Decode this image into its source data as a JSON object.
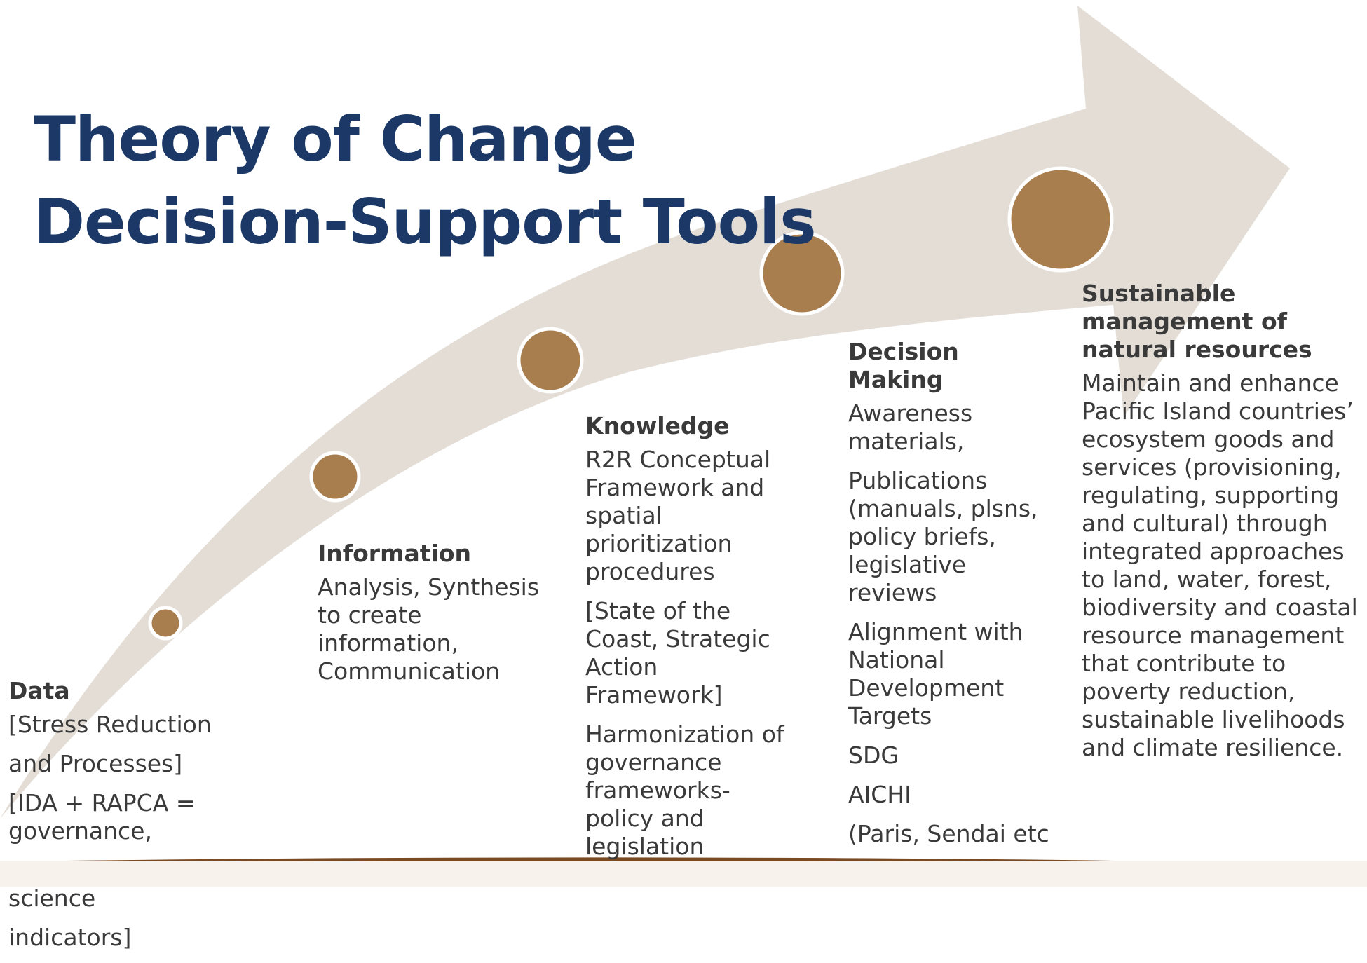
{
  "title": {
    "line1": "Theory of Change",
    "line2": "Decision-Support Tools"
  },
  "stages": [
    {
      "heading": "Data",
      "items": [
        "[Stress Reduction",
        "and Processes]",
        "[IDA + RAPCA = governance,",
        "socio economic and science",
        "indicators]"
      ]
    },
    {
      "heading": "Information",
      "items": [
        "Analysis, Synthesis to create information, Communication"
      ]
    },
    {
      "heading": "Knowledge",
      "items": [
        "R2R Conceptual Framework and spatial prioritization procedures",
        "[State of the Coast, Strategic Action Framework]",
        "Harmonization of governance frameworks- policy and legislation"
      ]
    },
    {
      "heading": "Decision Making",
      "items": [
        "Awareness materials,",
        "Publications (manuals, plsns, policy briefs, legislative reviews",
        "Alignment with National Development Targets",
        "SDG",
        "AICHI",
        "(Paris, Sendai etc"
      ]
    },
    {
      "heading": "Sustainable management of natural resources",
      "items": [
        "Maintain and enhance Pacific Island countries’ ecosystem goods and services (provisioning, regulating, supporting and cultural) through integrated approaches to land, water, forest, biodiversity and coastal resource management that contribute to poverty reduction, sustainable livelihoods and climate resilience."
      ]
    }
  ],
  "colors": {
    "arrow": "#e3ddd6",
    "circle_fill": "#a97e4e",
    "circle_stroke": "#ffffff",
    "title": "#1b3866",
    "text": "#3a3a3a",
    "footer_line": "#7a4a22"
  }
}
